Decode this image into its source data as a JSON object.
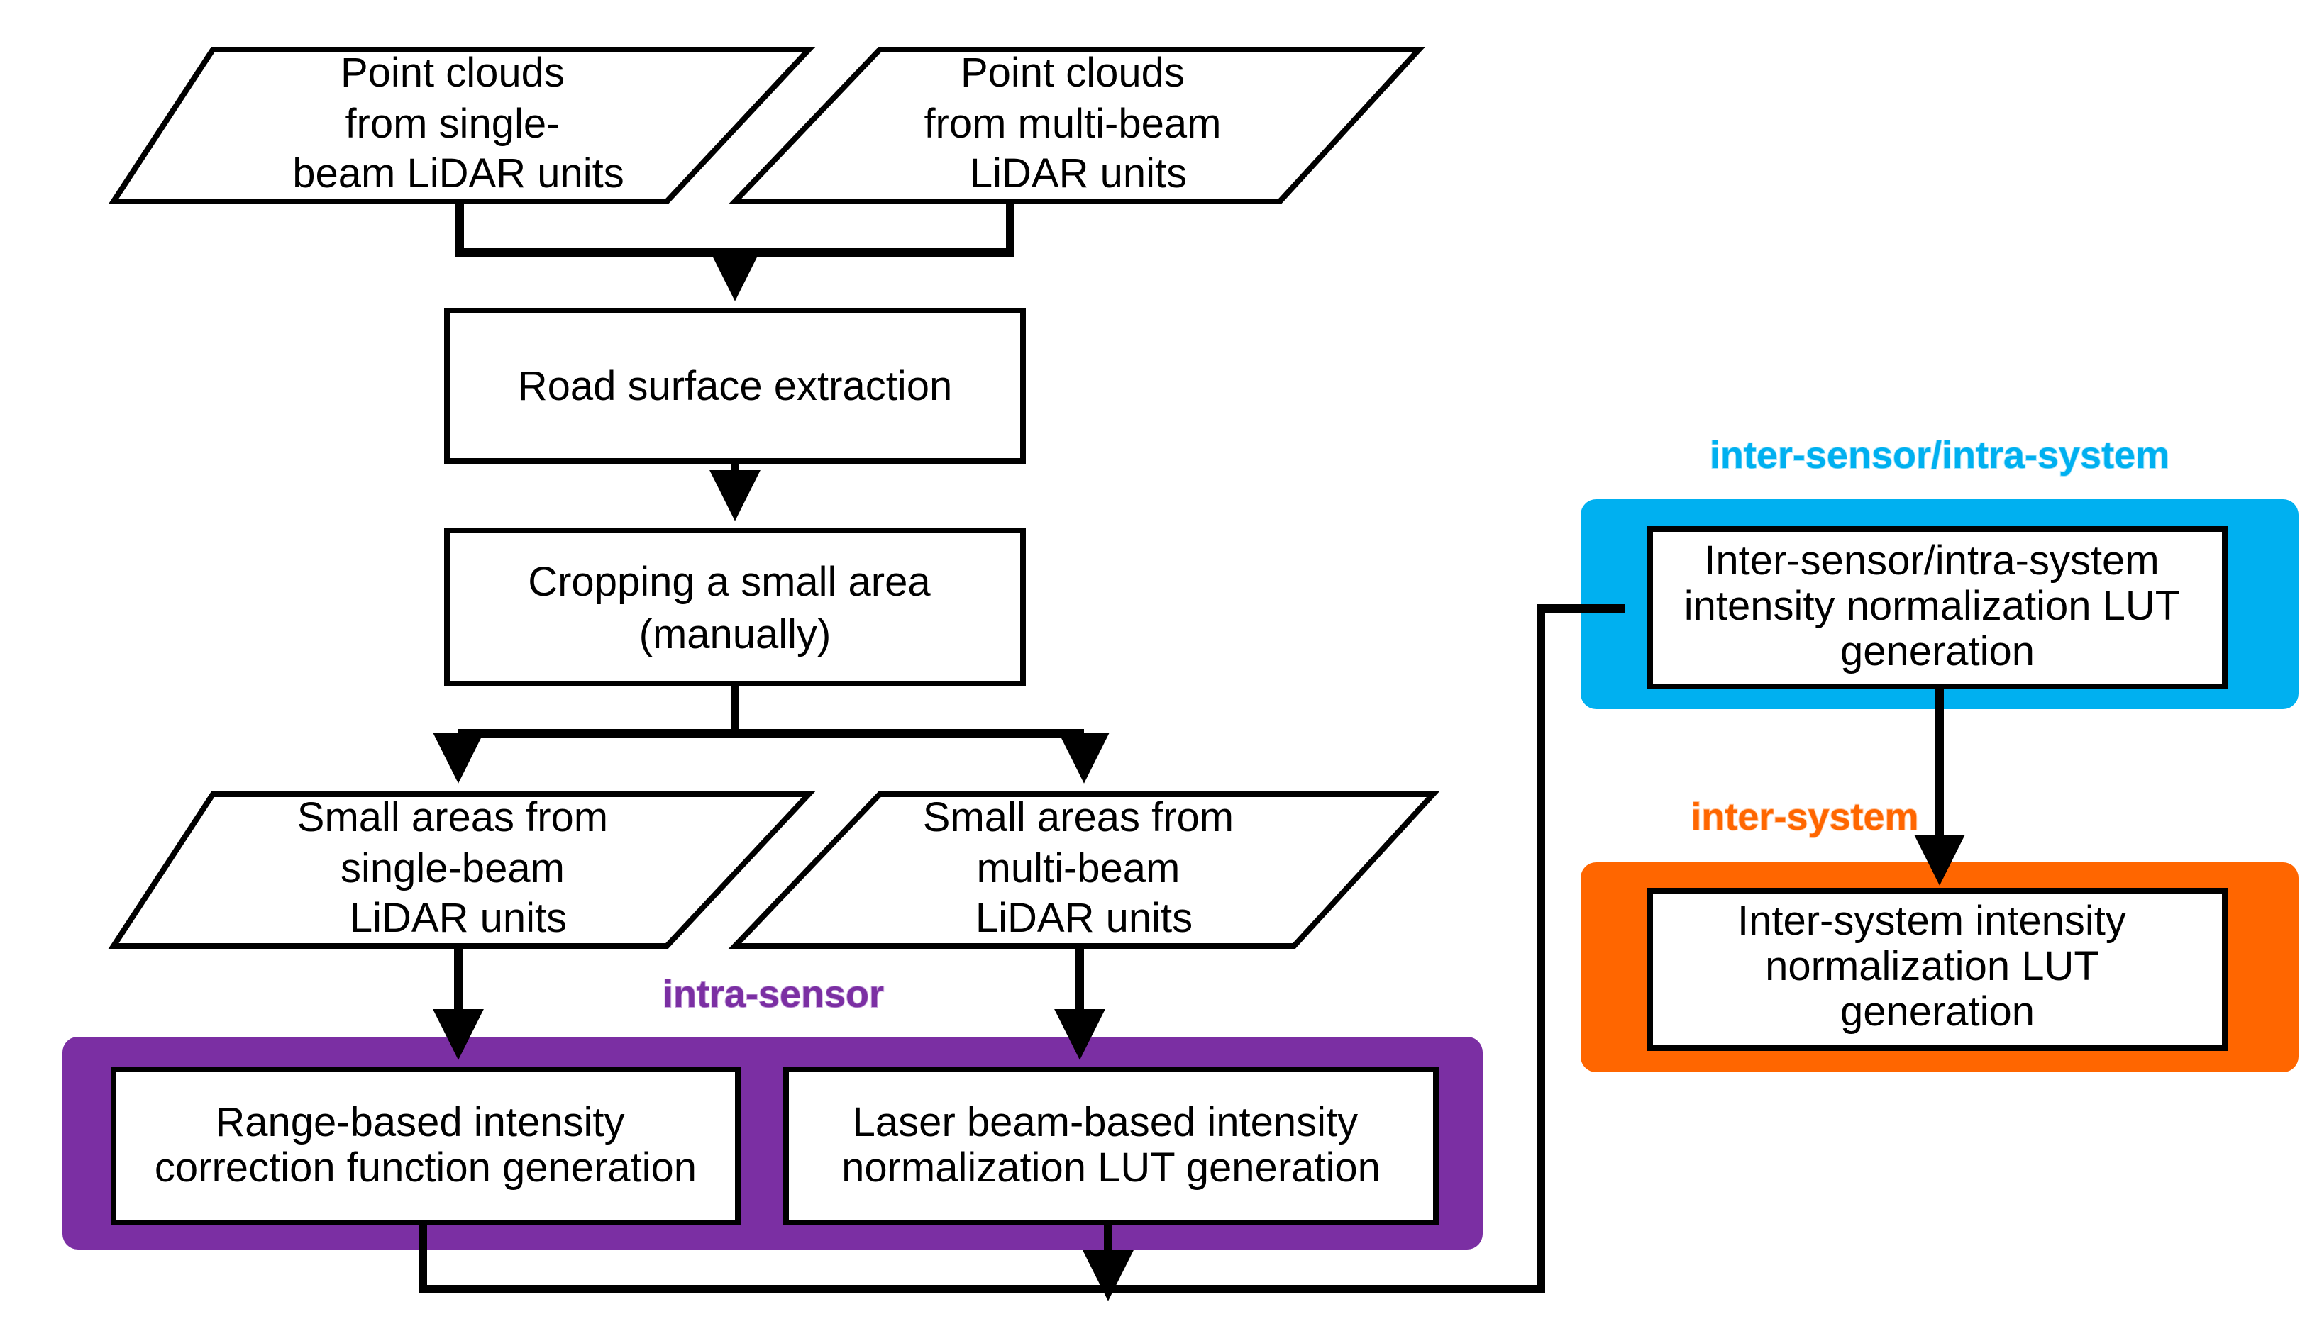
{
  "nodes": {
    "input_single": {
      "lines": [
        "Point clouds",
        "from single-",
        "beam LiDAR units"
      ]
    },
    "input_multi": {
      "lines": [
        "Point clouds",
        "from multi-beam",
        "LiDAR units"
      ]
    },
    "road_surface": {
      "lines": [
        "Road surface extraction"
      ]
    },
    "cropping": {
      "lines": [
        "Cropping a small area",
        "(manually)"
      ]
    },
    "small_single": {
      "lines": [
        "Small areas from",
        "single-beam",
        "LiDAR units"
      ]
    },
    "small_multi": {
      "lines": [
        "Small areas from",
        "multi-beam",
        "LiDAR units"
      ]
    },
    "range_correction": {
      "lines": [
        "Range-based intensity",
        "correction function generation"
      ]
    },
    "laser_beam_lut": {
      "lines": [
        "Laser beam-based intensity",
        "normalization LUT generation"
      ]
    },
    "inter_sensor_lut": {
      "lines": [
        "Inter-sensor/intra-system",
        "intensity normalization  LUT",
        "generation"
      ]
    },
    "inter_system_lut": {
      "lines": [
        "Inter-system intensity",
        "normalization LUT",
        "generation"
      ]
    }
  },
  "groups": {
    "intra_sensor": {
      "label": "intra-sensor",
      "color": "#7B2FA3"
    },
    "inter_sensor": {
      "label": "inter-sensor/intra-system",
      "color": "#00B0F0"
    },
    "inter_system": {
      "label": "inter-system",
      "color": "#FF6600"
    }
  }
}
